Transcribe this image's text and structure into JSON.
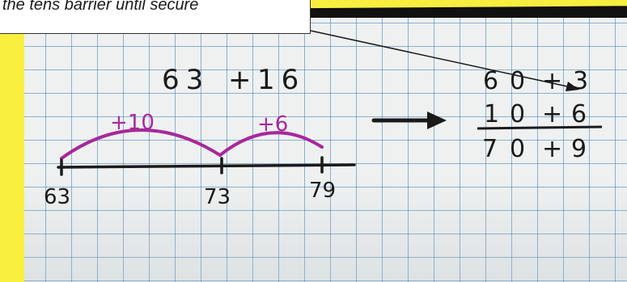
{
  "note": {
    "text": "the tens barrier until secure"
  },
  "sum": {
    "a": "63",
    "op": "+",
    "b": "16"
  },
  "jumps": [
    {
      "label": "+10"
    },
    {
      "label": "+6"
    }
  ],
  "number_line": {
    "ticks": [
      "63",
      "73",
      "79"
    ]
  },
  "partition": {
    "row1": [
      "6",
      "0",
      "+",
      "3"
    ],
    "row2": [
      "1",
      "0",
      "+",
      "6"
    ],
    "row3": [
      "7",
      "0",
      "+",
      "9"
    ]
  },
  "colors": {
    "ink": "#1a1a1a",
    "jump": "#a7289a",
    "grid": "#3c78b4",
    "frame": "#f6f040"
  }
}
